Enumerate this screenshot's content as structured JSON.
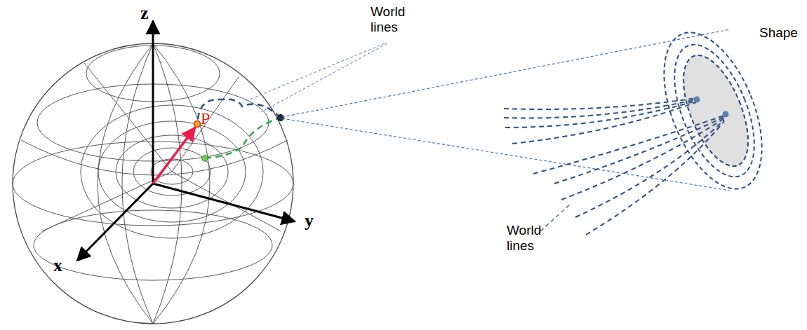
{
  "diagram": {
    "labels": [
      "z",
      "x",
      "y",
      "P",
      "World lines",
      "World lines",
      "Shape"
    ]
  }
}
